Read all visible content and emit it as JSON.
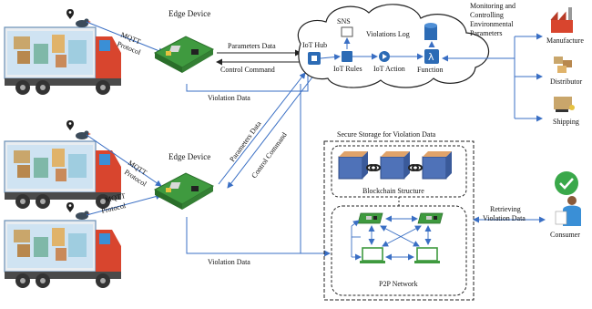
{
  "edge_device_top": "Edge Device",
  "edge_device_bottom": "Edge Device",
  "mqtt_top": [
    "MQTT",
    "Protocol"
  ],
  "mqtt_mid": [
    "MQTT",
    "Protocol"
  ],
  "mqtt_bottom": [
    "MQTT",
    "Protocol"
  ],
  "parameters_data": "Parameters Data",
  "control_command": "Control Command",
  "violation_data_top": "Violation Data",
  "violation_data_bottom": "Violation Data",
  "parameters_data_diag": "Parameters Data",
  "control_command_diag": "Control Command",
  "cloud": {
    "sns": "SNS",
    "violations_log": "Violations Log",
    "iot_hub": "IoT Hub",
    "iot_rules": "IoT Rules",
    "iot_action": "IoT Action",
    "function": "Function"
  },
  "monitoring": [
    "Monitoring and",
    "Controlling",
    "Environmental",
    "Parameters"
  ],
  "stakeholders": {
    "manufacture": "Manufacture",
    "distributor": "Distributor",
    "shipping": "Shipping",
    "consumer": "Consumer"
  },
  "secure_storage": "Secure Storage for Violation Data",
  "blockchain": "Blockchain Structure",
  "p2p": "P2P Network",
  "retrieving": [
    "Retrieving",
    "Violation Data"
  ],
  "colors": {
    "arrow": "#3a6fc4",
    "truck_red": "#d8452e",
    "truck_cab_blue": "#3a8fd6",
    "board_green": "#3f9a3f",
    "block_blue": "#4f72b8",
    "aws_blue": "#2c6bb5"
  }
}
